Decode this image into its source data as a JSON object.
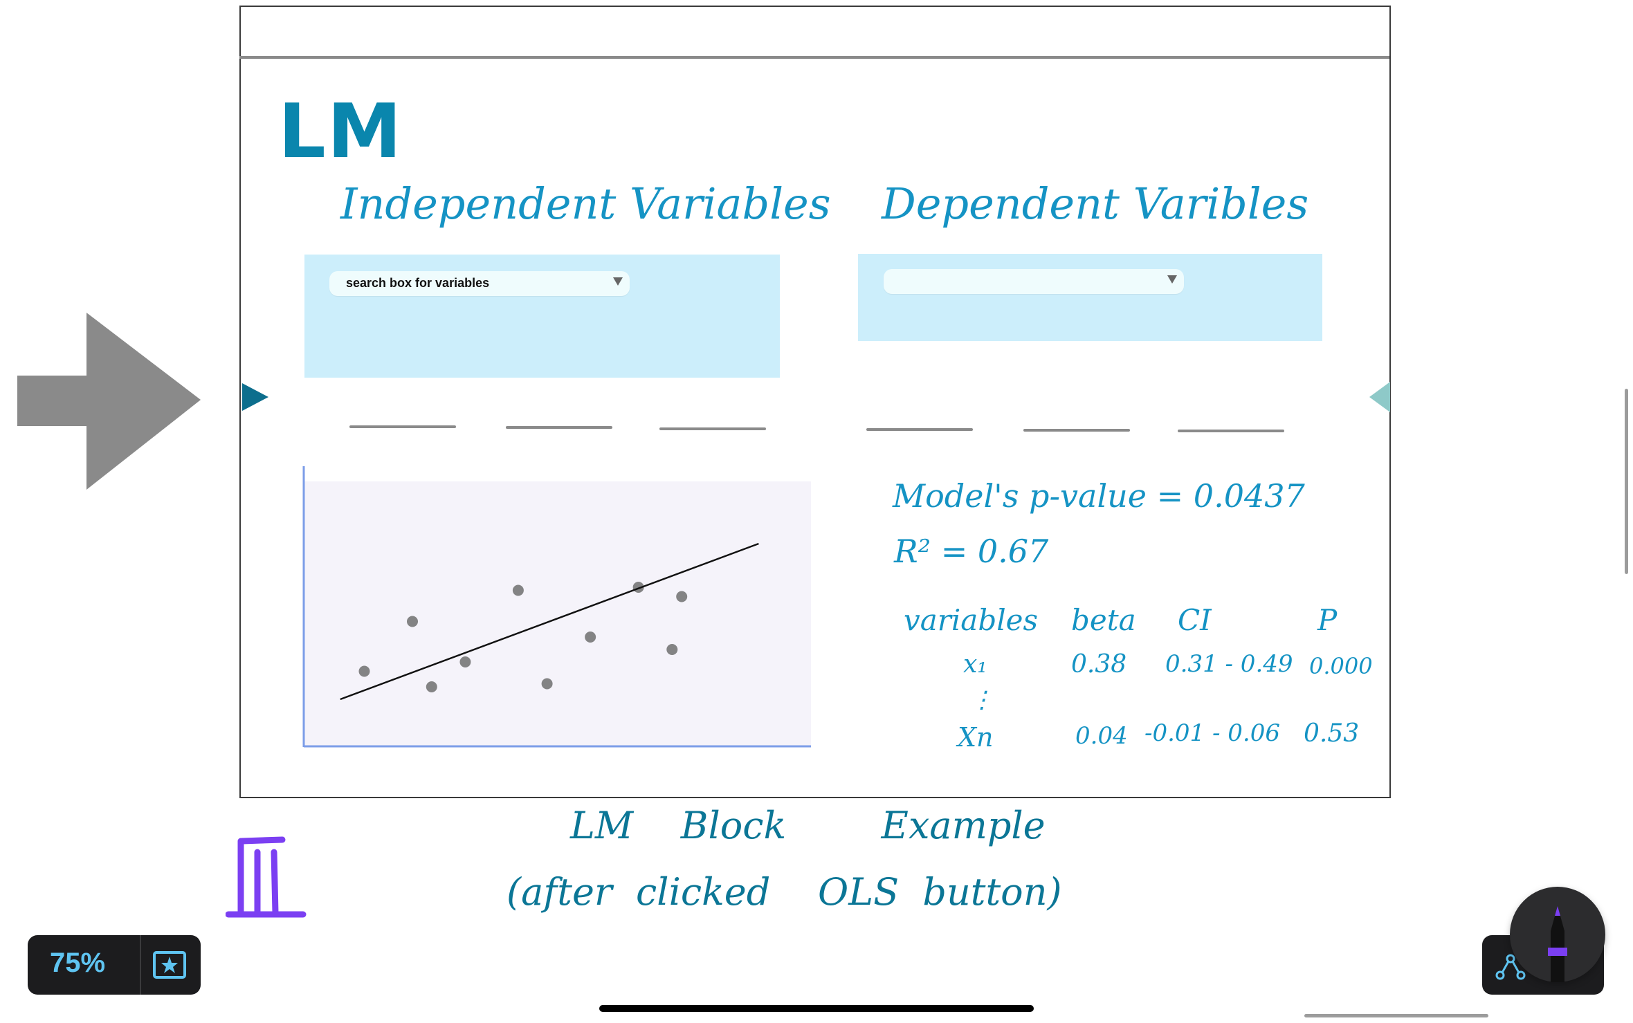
{
  "canvas": {
    "title": "LM",
    "independent_title": "Independent Variables",
    "dependent_title": "Dependent Varibles",
    "independent_search_placeholder": "search box for variables",
    "dependent_search_placeholder": ""
  },
  "results": {
    "pvalue_line": "Model's p-value = 0.0437",
    "r2_line": "R² = 0.67",
    "table": {
      "headers": [
        "variables",
        "beta",
        "CI",
        "P"
      ],
      "rows": [
        [
          "x₁",
          "0.38",
          "0.31 - 0.49",
          "0.000"
        ],
        [
          "⋮",
          "",
          "",
          ""
        ],
        [
          "Xn",
          "0.04",
          "-0.01 - 0.06",
          "0.53"
        ]
      ]
    }
  },
  "scatter": {
    "points": [
      [
        1.0,
        2.3
      ],
      [
        2.0,
        3.9
      ],
      [
        2.4,
        1.8
      ],
      [
        3.1,
        2.6
      ],
      [
        4.2,
        4.9
      ],
      [
        4.8,
        1.9
      ],
      [
        5.7,
        3.4
      ],
      [
        6.7,
        5.0
      ],
      [
        7.4,
        3.0
      ],
      [
        7.6,
        4.7
      ]
    ],
    "fit": {
      "x0": 0.5,
      "y0": 1.4,
      "x1": 9.2,
      "y1": 6.4
    },
    "xlim": [
      0,
      10
    ],
    "ylim": [
      0,
      8
    ]
  },
  "annotations": {
    "caption_line1": "LM    Block        Example",
    "caption_line2": "(after  clicked    OLS  button)"
  },
  "toolbar": {
    "zoom_label": "75%",
    "favorites_icon": "star-box-icon",
    "lasso_icon": "lasso-icon",
    "pen_icon": "pen-icon"
  },
  "colors": {
    "handwriting": "#1593c4",
    "panel": "#cceefb",
    "zoom_text": "#5fc4f1",
    "trash_purple": "#7b3ff2"
  }
}
